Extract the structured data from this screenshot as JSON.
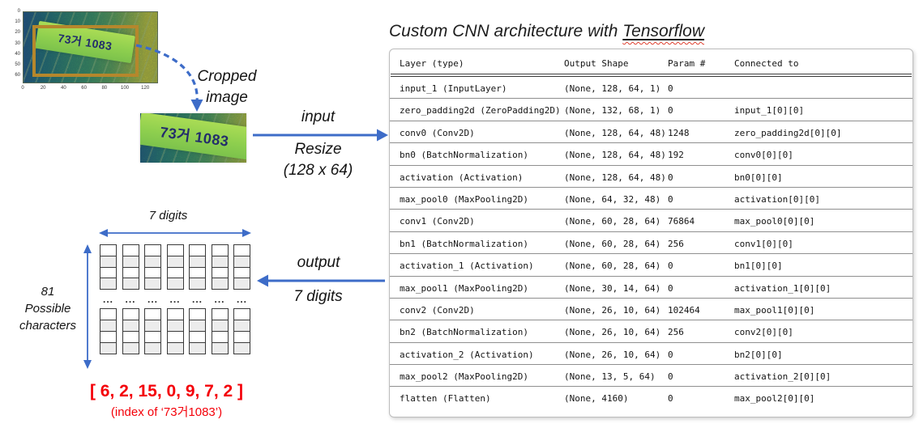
{
  "colors": {
    "arrow_blue": "#3d6cc8",
    "bbox_orange": "#b5872c",
    "result_red": "#f40009",
    "panel_border": "#bdbdbd"
  },
  "original_plot": {
    "plate_text": "73거 1083",
    "y_ticks": [
      "0",
      "10",
      "20",
      "30",
      "40",
      "50",
      "60"
    ],
    "x_ticks": [
      "0",
      "20",
      "40",
      "60",
      "80",
      "100",
      "120"
    ]
  },
  "cropped": {
    "label_line1": "Cropped",
    "label_line2": "image",
    "plate_text": "73거 1083"
  },
  "input_flow": {
    "label": "input",
    "resize_line1": "Resize",
    "resize_line2": "(128 x 64)"
  },
  "output_flow": {
    "label": "output",
    "sub_label": "7 digits"
  },
  "title": {
    "prefix": "Custom CNN architecture with ",
    "emphasis": "Tensorflow"
  },
  "table": {
    "headers": [
      "Layer (type)",
      "Output Shape",
      "Param #",
      "Connected to"
    ],
    "rows": [
      [
        "input_1 (InputLayer)",
        "(None, 128, 64, 1)",
        "0",
        ""
      ],
      [
        "zero_padding2d (ZeroPadding2D)",
        "(None, 132, 68, 1)",
        "0",
        "input_1[0][0]"
      ],
      [
        "conv0 (Conv2D)",
        "(None, 128, 64, 48)",
        "1248",
        "zero_padding2d[0][0]"
      ],
      [
        "bn0 (BatchNormalization)",
        "(None, 128, 64, 48)",
        "192",
        "conv0[0][0]"
      ],
      [
        "activation (Activation)",
        "(None, 128, 64, 48)",
        "0",
        "bn0[0][0]"
      ],
      [
        "max_pool0 (MaxPooling2D)",
        "(None, 64, 32, 48)",
        "0",
        "activation[0][0]"
      ],
      [
        "conv1 (Conv2D)",
        "(None, 60, 28, 64)",
        "76864",
        "max_pool0[0][0]"
      ],
      [
        "bn1 (BatchNormalization)",
        "(None, 60, 28, 64)",
        "256",
        "conv1[0][0]"
      ],
      [
        "activation_1 (Activation)",
        "(None, 60, 28, 64)",
        "0",
        "bn1[0][0]"
      ],
      [
        "max_pool1 (MaxPooling2D)",
        "(None, 30, 14, 64)",
        "0",
        "activation_1[0][0]"
      ],
      [
        "conv2 (Conv2D)",
        "(None, 26, 10, 64)",
        "102464",
        "max_pool1[0][0]"
      ],
      [
        "bn2 (BatchNormalization)",
        "(None, 26, 10, 64)",
        "256",
        "conv2[0][0]"
      ],
      [
        "activation_2 (Activation)",
        "(None, 26, 10, 64)",
        "0",
        "bn2[0][0]"
      ],
      [
        "max_pool2 (MaxPooling2D)",
        "(None, 13, 5, 64)",
        "0",
        "activation_2[0][0]"
      ],
      [
        "flatten (Flatten)",
        "(None, 4160)",
        "0",
        "max_pool2[0][0]"
      ]
    ]
  },
  "grid": {
    "top_label": "7 digits",
    "left_label_lines": [
      "81",
      "Possible",
      "characters"
    ],
    "columns": 7,
    "rows_per_group": 4,
    "ellipsis": "...",
    "cell_fills": [
      "#ffffff",
      "#ececec",
      "#ffffff",
      "#ececec"
    ]
  },
  "result": {
    "indices": "[ 6, 2, 15, 0, 9, 7, 2 ]",
    "caption": "(index of ‘73거1083’)"
  }
}
